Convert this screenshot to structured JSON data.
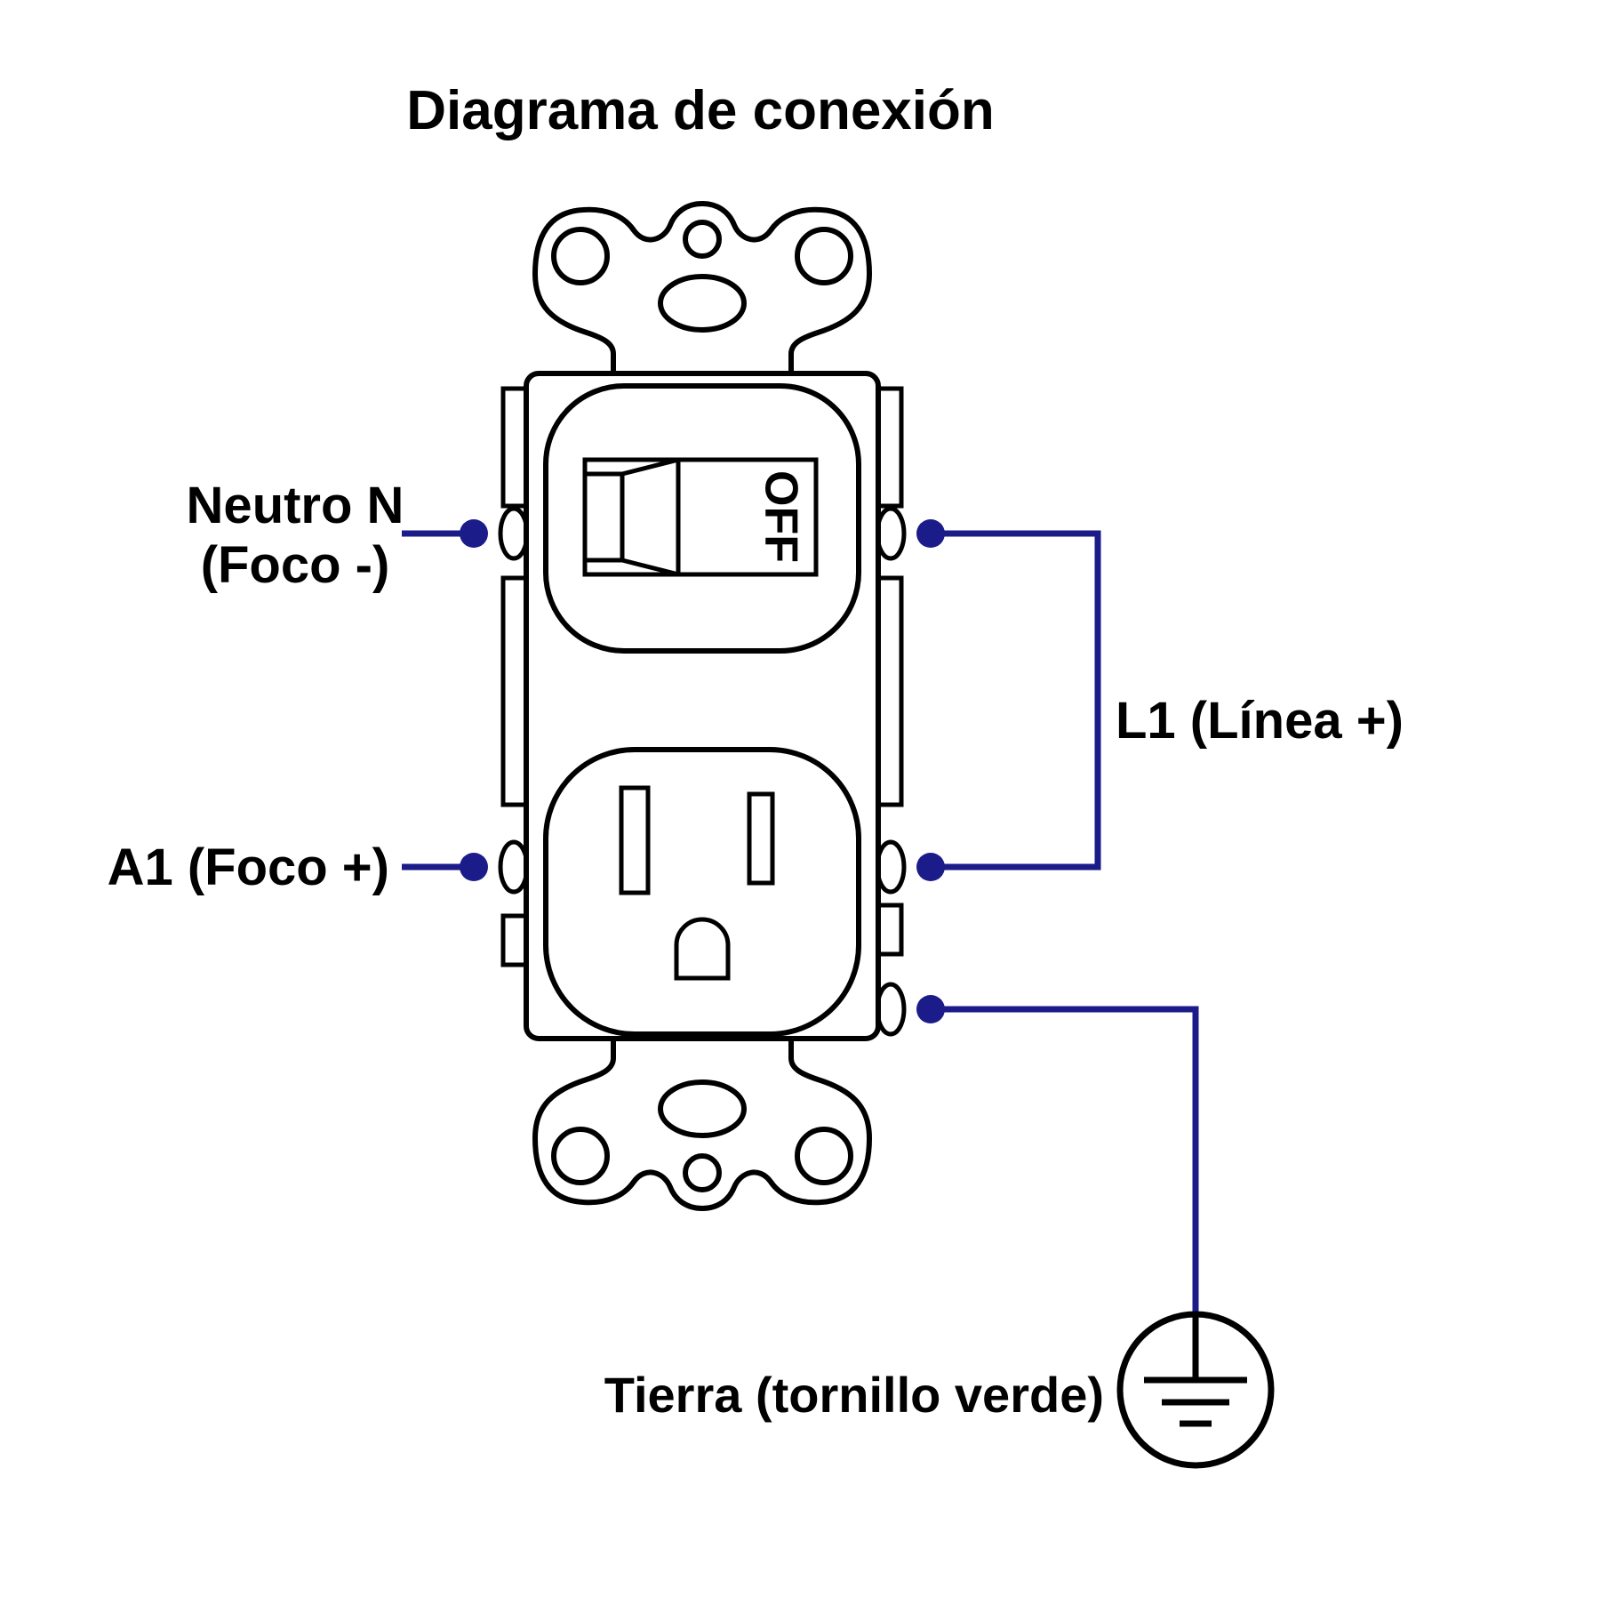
{
  "title": "Diagrama de conexión",
  "colors": {
    "wire": "#1b1b8a",
    "outline": "#000000",
    "background": "#ffffff"
  },
  "device": {
    "switch_label": "OFF"
  },
  "labels": {
    "neutral_line1": "Neutro N",
    "neutral_line2": "(Foco -)",
    "a1": "A1 (Foco +)",
    "l1": "L1 (Línea +)",
    "ground": "Tierra (tornillo verde)"
  }
}
